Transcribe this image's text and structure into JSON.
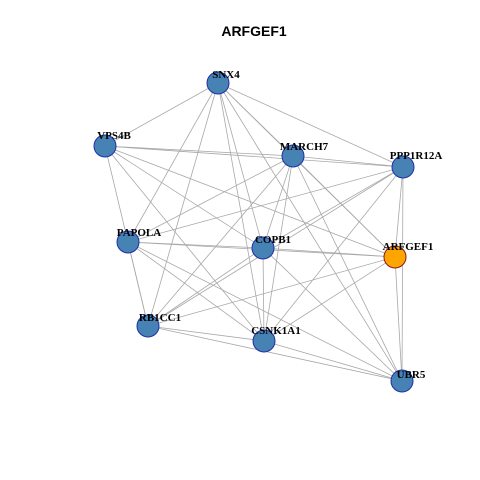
{
  "title": "ARFGEF1",
  "colors": {
    "node_default": "#4682B4",
    "node_default_border": "#1f2fa8",
    "node_highlight": "#FFA500",
    "node_highlight_border": "#8b1a1a",
    "edge": "#a8a8a8"
  },
  "nodes": [
    {
      "id": "SNX4",
      "label": "SNX4",
      "highlight": false
    },
    {
      "id": "VPS4B",
      "label": "VPS4B",
      "highlight": false
    },
    {
      "id": "MARCH7",
      "label": "MARCH7",
      "highlight": false
    },
    {
      "id": "PPP1R12A",
      "label": "PPP1R12A",
      "highlight": false
    },
    {
      "id": "PAPOLA",
      "label": "PAPOLA",
      "highlight": false
    },
    {
      "id": "COPB1",
      "label": "COPB1",
      "highlight": false
    },
    {
      "id": "ARFGEF1",
      "label": "ARFGEF1",
      "highlight": true
    },
    {
      "id": "RB1CC1",
      "label": "RB1CC1",
      "highlight": false
    },
    {
      "id": "CSNK1A1",
      "label": "CSNK1A1",
      "highlight": false
    },
    {
      "id": "UBR5",
      "label": "UBR5",
      "highlight": false
    }
  ],
  "edges": [
    [
      "SNX4",
      "VPS4B"
    ],
    [
      "SNX4",
      "MARCH7"
    ],
    [
      "SNX4",
      "PPP1R12A"
    ],
    [
      "SNX4",
      "COPB1"
    ],
    [
      "SNX4",
      "CSNK1A1"
    ],
    [
      "SNX4",
      "RB1CC1"
    ],
    [
      "SNX4",
      "ARFGEF1"
    ],
    [
      "SNX4",
      "PAPOLA"
    ],
    [
      "SNX4",
      "UBR5"
    ],
    [
      "VPS4B",
      "MARCH7"
    ],
    [
      "VPS4B",
      "PPP1R12A"
    ],
    [
      "VPS4B",
      "RB1CC1"
    ],
    [
      "VPS4B",
      "COPB1"
    ],
    [
      "VPS4B",
      "ARFGEF1"
    ],
    [
      "VPS4B",
      "CSNK1A1"
    ],
    [
      "MARCH7",
      "PAPOLA"
    ],
    [
      "MARCH7",
      "COPB1"
    ],
    [
      "MARCH7",
      "ARFGEF1"
    ],
    [
      "MARCH7",
      "UBR5"
    ],
    [
      "MARCH7",
      "CSNK1A1"
    ],
    [
      "MARCH7",
      "RB1CC1"
    ],
    [
      "MARCH7",
      "PPP1R12A"
    ],
    [
      "PPP1R12A",
      "PAPOLA"
    ],
    [
      "PPP1R12A",
      "COPB1"
    ],
    [
      "PPP1R12A",
      "ARFGEF1"
    ],
    [
      "PPP1R12A",
      "UBR5"
    ],
    [
      "PPP1R12A",
      "CSNK1A1"
    ],
    [
      "PPP1R12A",
      "RB1CC1"
    ],
    [
      "PAPOLA",
      "COPB1"
    ],
    [
      "PAPOLA",
      "ARFGEF1"
    ],
    [
      "PAPOLA",
      "RB1CC1"
    ],
    [
      "PAPOLA",
      "CSNK1A1"
    ],
    [
      "PAPOLA",
      "UBR5"
    ],
    [
      "COPB1",
      "ARFGEF1"
    ],
    [
      "COPB1",
      "RB1CC1"
    ],
    [
      "COPB1",
      "CSNK1A1"
    ],
    [
      "COPB1",
      "UBR5"
    ],
    [
      "ARFGEF1",
      "RB1CC1"
    ],
    [
      "ARFGEF1",
      "CSNK1A1"
    ],
    [
      "ARFGEF1",
      "UBR5"
    ],
    [
      "RB1CC1",
      "CSNK1A1"
    ],
    [
      "RB1CC1",
      "UBR5"
    ],
    [
      "CSNK1A1",
      "UBR5"
    ]
  ]
}
